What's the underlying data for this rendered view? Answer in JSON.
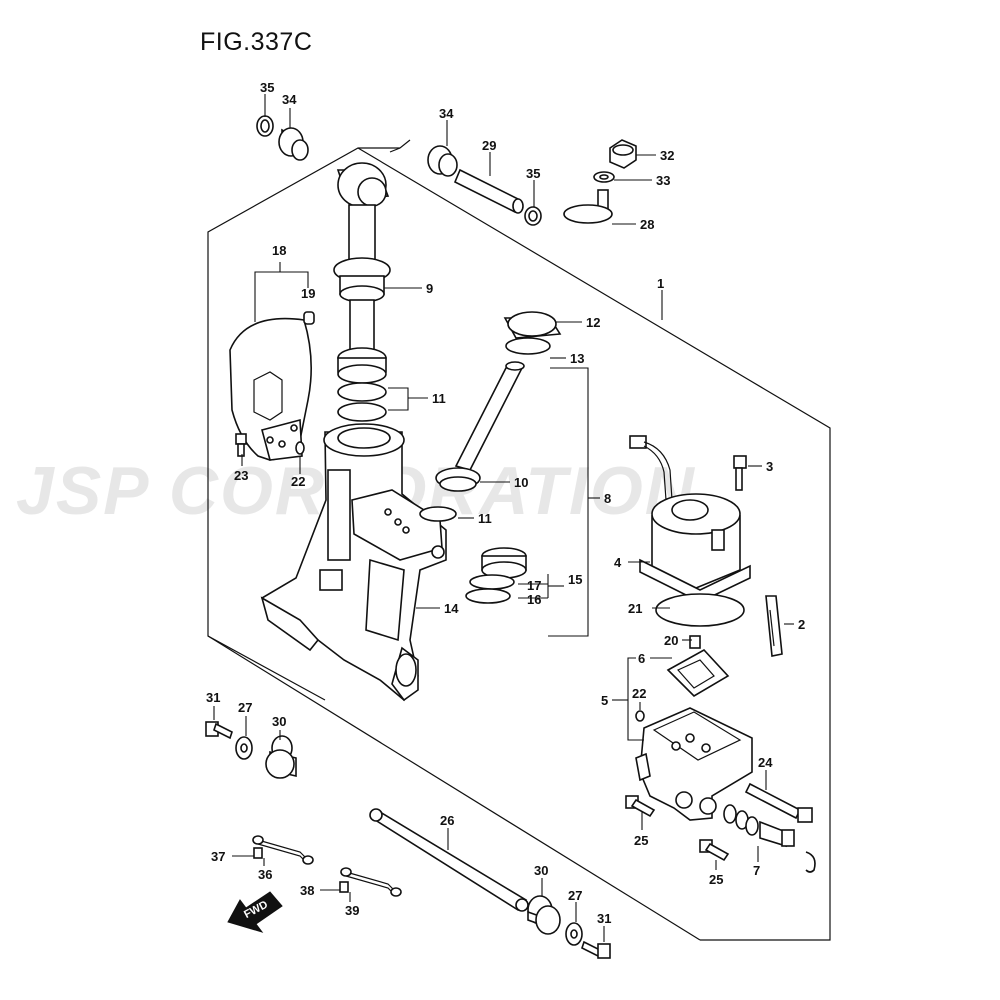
{
  "figure": {
    "title": "FIG.337C"
  },
  "watermark": {
    "text": "JSP CORPORATION"
  },
  "fwd_arrow": {
    "text": "FWD"
  },
  "callouts": [
    {
      "id": "c35a",
      "label": "35"
    },
    {
      "id": "c34a",
      "label": "34"
    },
    {
      "id": "c34b",
      "label": "34"
    },
    {
      "id": "c29",
      "label": "29"
    },
    {
      "id": "c35b",
      "label": "35"
    },
    {
      "id": "c32",
      "label": "32"
    },
    {
      "id": "c33",
      "label": "33"
    },
    {
      "id": "c28",
      "label": "28"
    },
    {
      "id": "c18",
      "label": "18"
    },
    {
      "id": "c19",
      "label": "19"
    },
    {
      "id": "c9",
      "label": "9"
    },
    {
      "id": "c1",
      "label": "1"
    },
    {
      "id": "c12",
      "label": "12"
    },
    {
      "id": "c13",
      "label": "13"
    },
    {
      "id": "c11a",
      "label": "11"
    },
    {
      "id": "c23",
      "label": "23"
    },
    {
      "id": "c22a",
      "label": "22"
    },
    {
      "id": "c3",
      "label": "3"
    },
    {
      "id": "c10",
      "label": "10"
    },
    {
      "id": "c8",
      "label": "8"
    },
    {
      "id": "c11b",
      "label": "11"
    },
    {
      "id": "c4",
      "label": "4"
    },
    {
      "id": "c17",
      "label": "17"
    },
    {
      "id": "c15",
      "label": "15"
    },
    {
      "id": "c16",
      "label": "16"
    },
    {
      "id": "c14",
      "label": "14"
    },
    {
      "id": "c21",
      "label": "21"
    },
    {
      "id": "c2",
      "label": "2"
    },
    {
      "id": "c20",
      "label": "20"
    },
    {
      "id": "c6",
      "label": "6"
    },
    {
      "id": "c5",
      "label": "5"
    },
    {
      "id": "c22b",
      "label": "22"
    },
    {
      "id": "c31a",
      "label": "31"
    },
    {
      "id": "c27a",
      "label": "27"
    },
    {
      "id": "c30a",
      "label": "30"
    },
    {
      "id": "c24",
      "label": "24"
    },
    {
      "id": "c25a",
      "label": "25"
    },
    {
      "id": "c26",
      "label": "26"
    },
    {
      "id": "c25b",
      "label": "25"
    },
    {
      "id": "c7",
      "label": "7"
    },
    {
      "id": "c37",
      "label": "37"
    },
    {
      "id": "c36",
      "label": "36"
    },
    {
      "id": "c30b",
      "label": "30"
    },
    {
      "id": "c38",
      "label": "38"
    },
    {
      "id": "c39",
      "label": "39"
    },
    {
      "id": "c27b",
      "label": "27"
    },
    {
      "id": "c31b",
      "label": "31"
    }
  ]
}
